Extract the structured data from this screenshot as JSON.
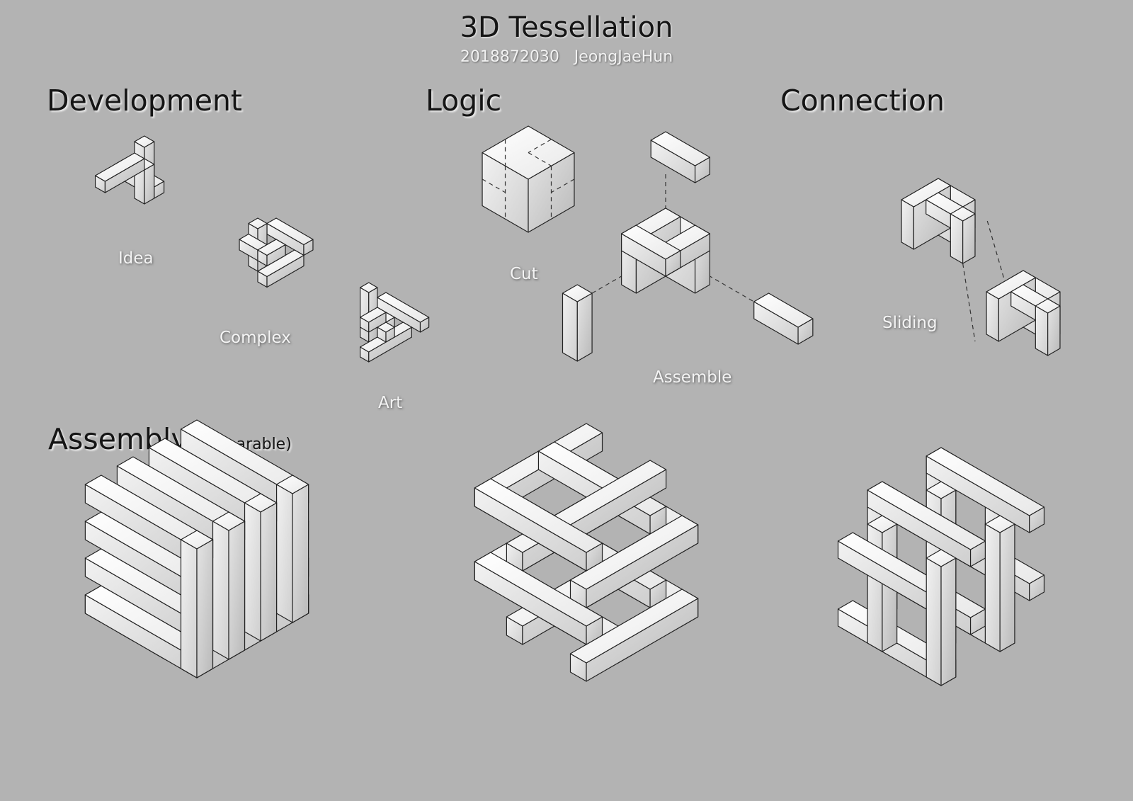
{
  "header": {
    "title": "3D Tessellation",
    "subtitle": "2018872030 JeongJaeHun"
  },
  "sections": {
    "development": "Development",
    "logic": "Logic",
    "connection": "Connection",
    "assembly": "Assembly",
    "assembly_note": "(Inseparable)"
  },
  "labels": {
    "idea": "Idea",
    "complex": "Complex",
    "art": "Art",
    "cut": "Cut",
    "assemble": "Assemble",
    "sliding": "Sliding"
  },
  "colors": {
    "background": "#b3b3b3",
    "block_top": "#fbfbfb",
    "block_left": "#e6e6e6",
    "block_right": "#d0d0d0",
    "outline": "#222222"
  }
}
